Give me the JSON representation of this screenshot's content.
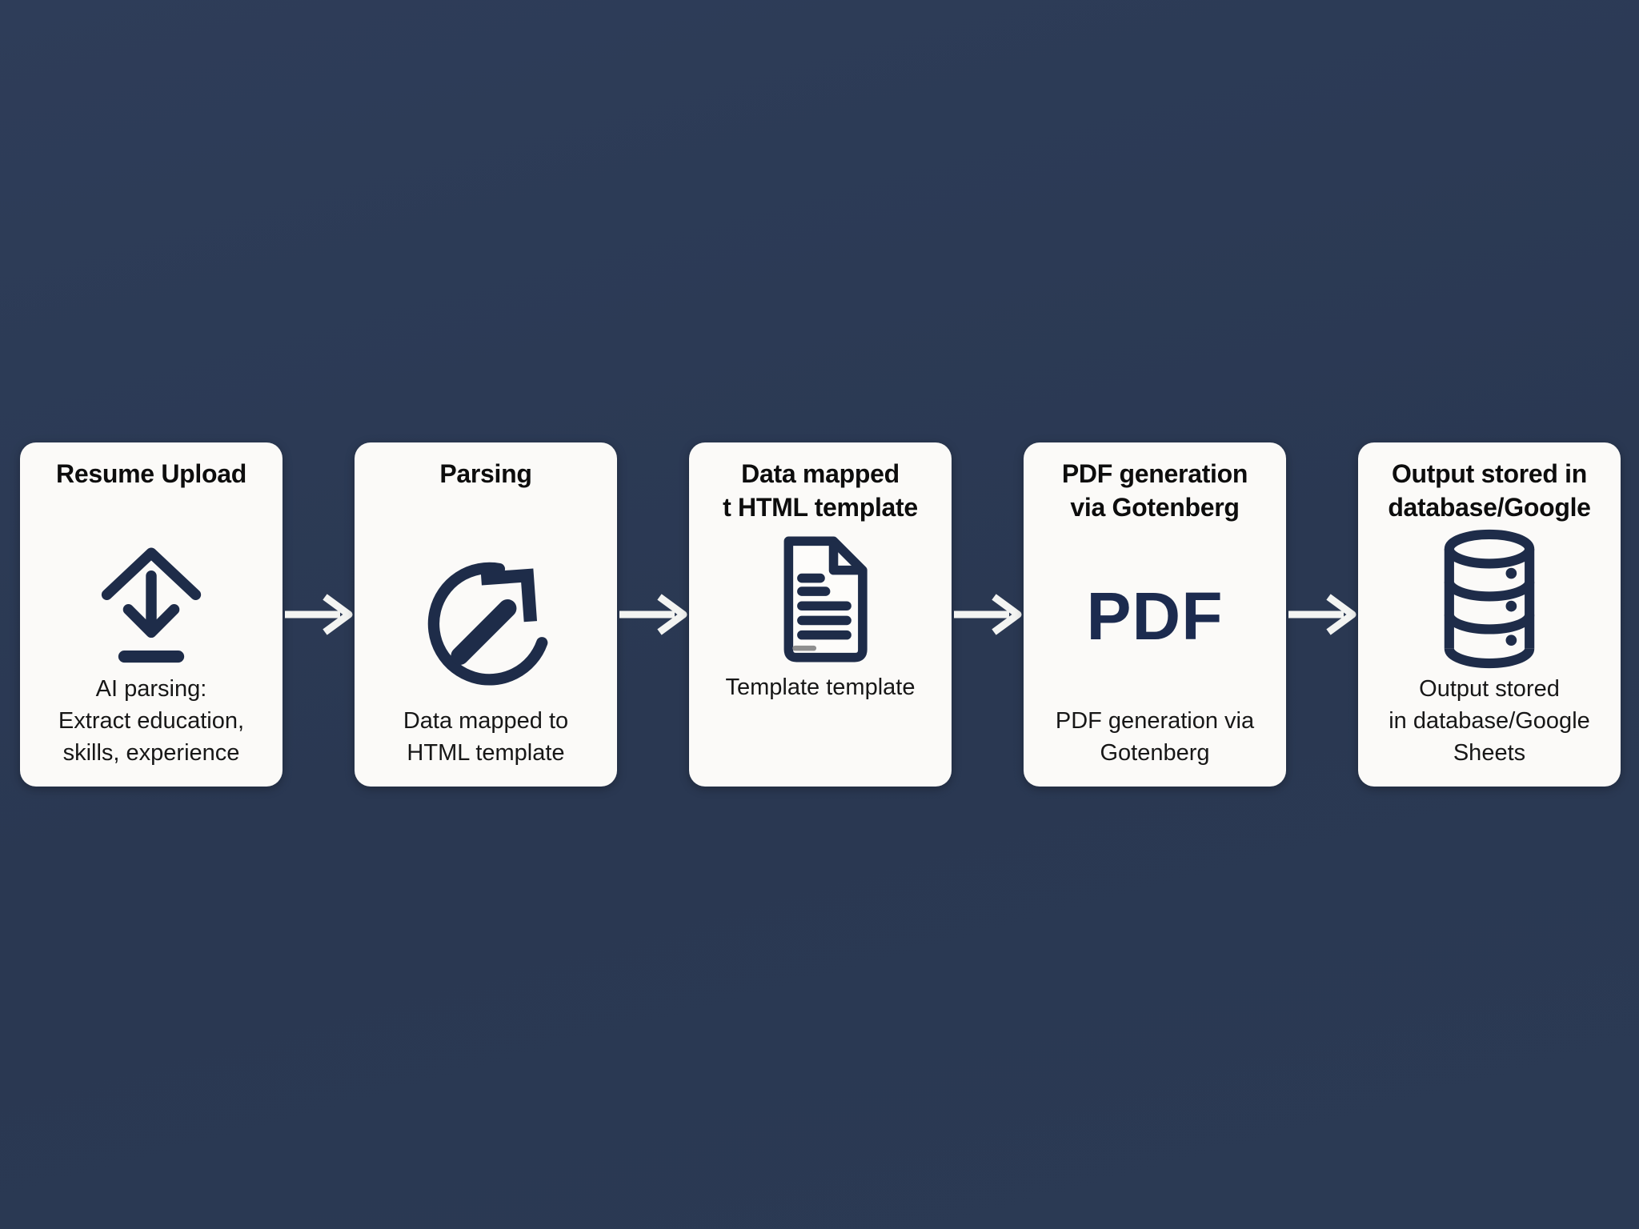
{
  "colors": {
    "background": "#2b3a54",
    "card_background": "#fbfaf8",
    "icon_navy": "#1e2c49",
    "arrow_white": "#f3f4f2"
  },
  "cards": [
    {
      "title": "Resume Upload",
      "icon": "upload-icon",
      "body": "AI parsing:\nExtract education,\nskills, experience"
    },
    {
      "title": "Parsing",
      "icon": "circular-arrow-icon",
      "body": "Data mapped to\nHTML template"
    },
    {
      "title": "Data mapped\nt HTML template",
      "icon": "document-icon",
      "body": "Template template"
    },
    {
      "title": "PDF generation\nvia Gotenberg",
      "icon": "pdf-text-icon",
      "icon_label": "PDF",
      "body": "PDF generation via\nGotenberg"
    },
    {
      "title": "Output stored in\ndatabase/Google",
      "icon": "database-icon",
      "body": "Output stored\nin database/Google\nSheets"
    }
  ]
}
